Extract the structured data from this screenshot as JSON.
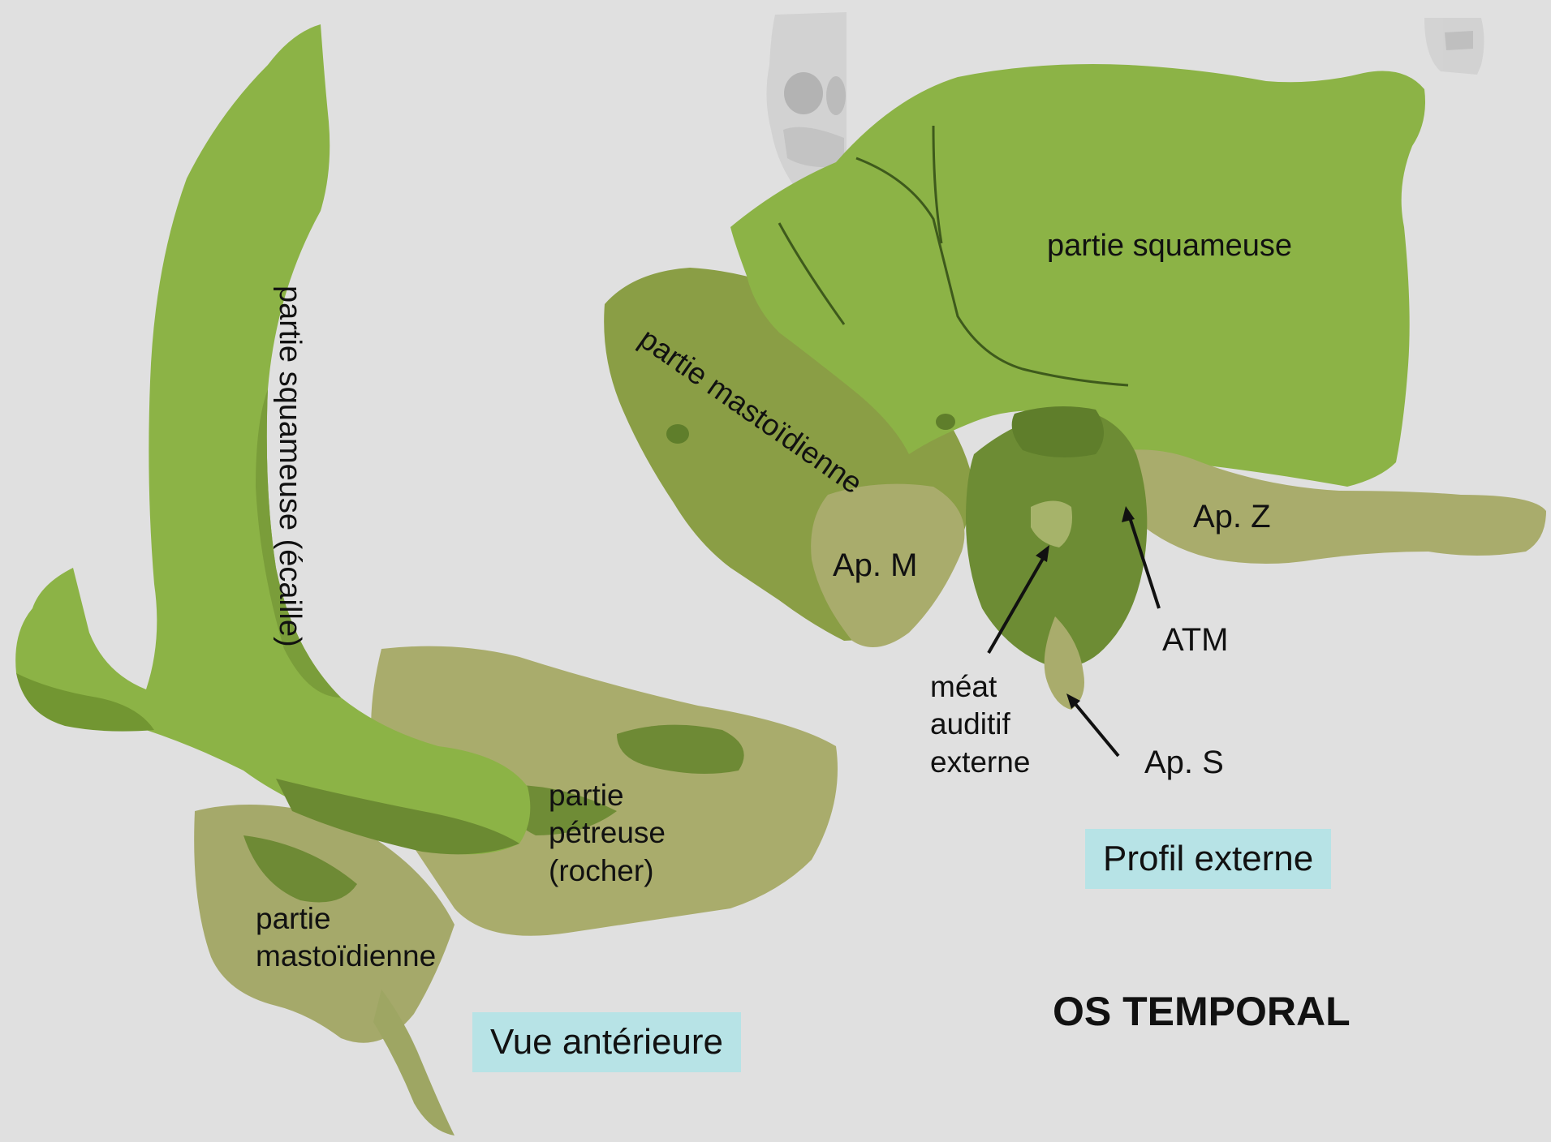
{
  "title": "OS TEMPORAL",
  "views": {
    "anterior": {
      "caption": "Vue antérieure",
      "labels": {
        "squamous": "partie squameuse (écaille)",
        "petrous": "partie\npétreuse\n(rocher)",
        "mastoid": "partie\nmastoïdienne"
      }
    },
    "lateral": {
      "caption": "Profil externe",
      "labels": {
        "squamous": "partie squameuse",
        "mastoid": "partie mastoïdienne",
        "mastoid_process": "Ap. M",
        "zygomatic_process": "Ap. Z",
        "tmj": "ATM",
        "ear_canal": "méat\nauditif\nexterne",
        "styloid_process": "Ap. S"
      }
    }
  },
  "colors": {
    "background": "#e0e0e0",
    "bone_light": "#8cb346",
    "bone_mid": "#7ea23b",
    "bone_dark": "#5f7e2b",
    "bone_pale": "#a9ac6c",
    "caption_bg": "#b7e3e6",
    "text": "#111111"
  }
}
